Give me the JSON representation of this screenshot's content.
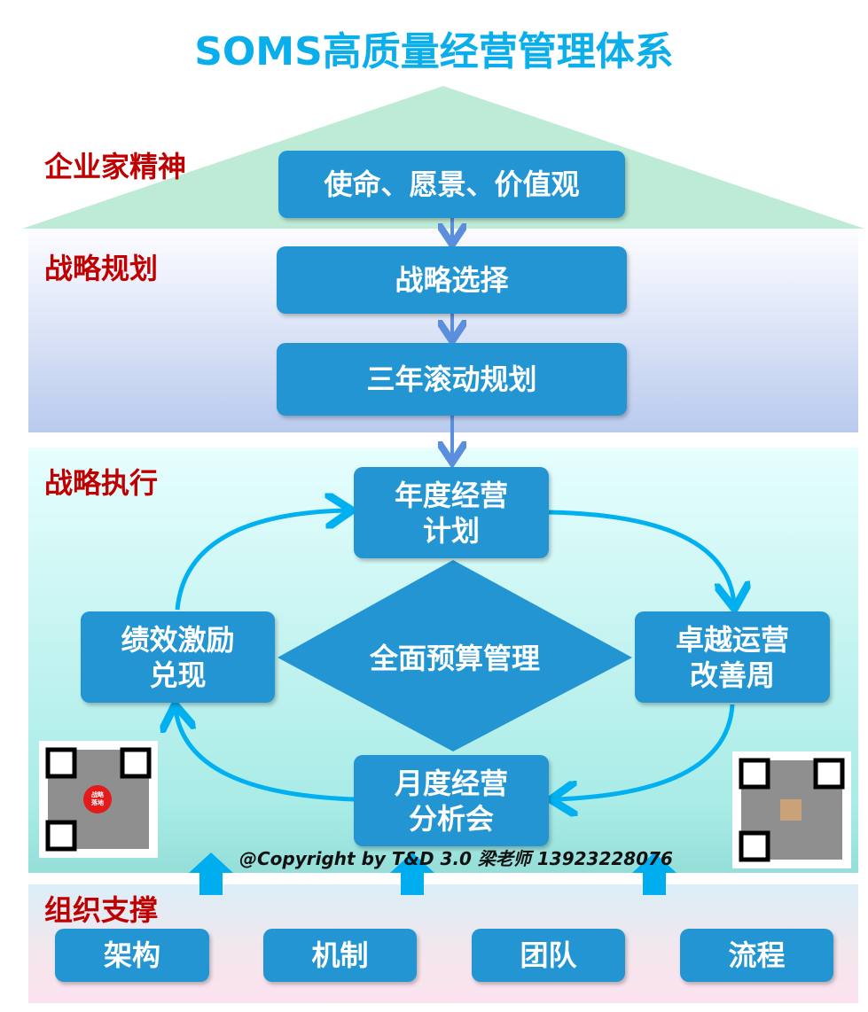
{
  "title": "SOMS高质量经营管理体系",
  "sections": {
    "spirit": {
      "label": "企业家精神",
      "box": "使命、愿景、价值观"
    },
    "planning": {
      "label": "战略规划",
      "boxes": [
        "战略选择",
        "三年滚动规划"
      ]
    },
    "execution": {
      "label": "战略执行",
      "top": "年度经营计划",
      "top_l1": "年度经营",
      "top_l2": "计划",
      "right_l1": "卓越运营",
      "right_l2": "改善周",
      "bottom_l1": "月度经营",
      "bottom_l2": "分析会",
      "left_l1": "绩效激励",
      "left_l2": "兑现",
      "center": "全面预算管理"
    },
    "support": {
      "label": "组织支撑",
      "boxes": [
        "架构",
        "机制",
        "团队",
        "流程"
      ]
    }
  },
  "copyright": "@Copyright  by T&D 3.0  梁老师 13923228076",
  "qr_logo_text": "战略落地",
  "colors": {
    "title": "#0AAEEA",
    "section": "#C00000",
    "box": "#2295D2",
    "arrow": "#00B0F0"
  }
}
